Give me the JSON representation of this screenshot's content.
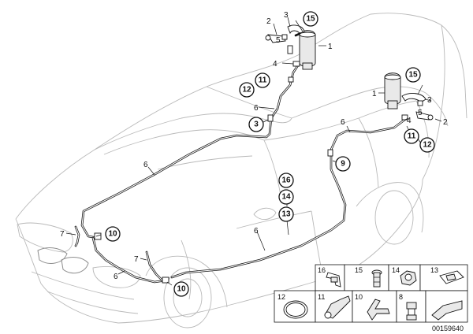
{
  "diagram_id": "00159640",
  "labels": {
    "a1": "1",
    "a2": "2",
    "a3": "3",
    "a4": "4",
    "a5": "5",
    "a6": "6",
    "a11": "11",
    "a12": "12",
    "a15": "15",
    "a3b": "3",
    "b1": "1",
    "b2": "2",
    "b3": "3",
    "b4": "4",
    "b5": "5",
    "b11": "11",
    "b12": "12",
    "b15": "15",
    "b9": "9",
    "c6a": "6",
    "c6b": "6",
    "c6c": "6",
    "c7a": "7",
    "c7b": "7",
    "c10a": "10",
    "c10b": "10",
    "c16": "16",
    "c14": "14",
    "c13": "13"
  },
  "legend": {
    "row1": [
      "16",
      "15",
      "14",
      "13"
    ],
    "row2": [
      "12",
      "11",
      "10",
      "8"
    ]
  }
}
